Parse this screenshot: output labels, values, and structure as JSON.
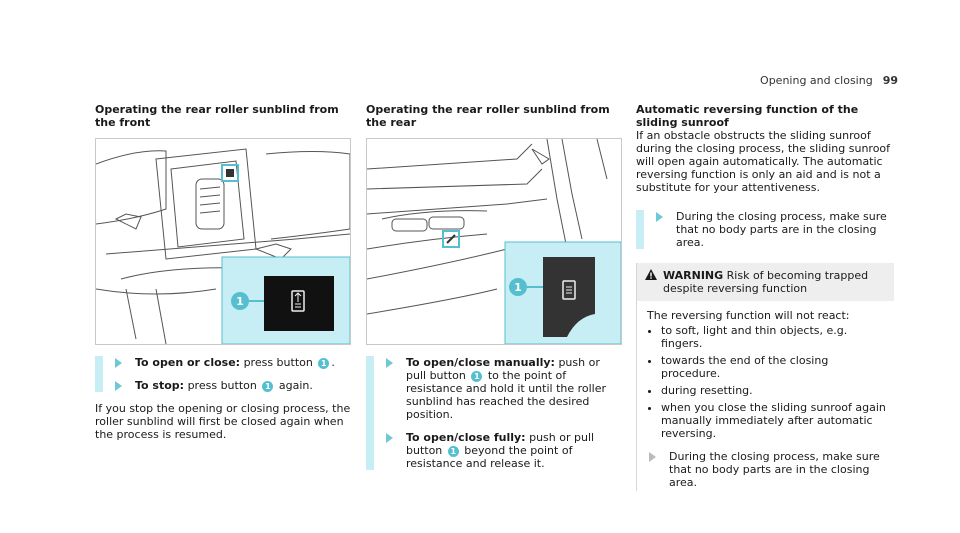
{
  "header": {
    "section": "Opening and closing",
    "page": "99"
  },
  "col1": {
    "title": "Operating the rear roller sunblind from the front",
    "callout": "1",
    "steps": [
      {
        "label": "To open or close:",
        "pre": "press button",
        "badge": "1",
        "post": "."
      },
      {
        "label": "To stop:",
        "pre": "press button",
        "badge": "1",
        "post": "again."
      }
    ],
    "note": "If you stop the opening or closing process, the roller sunblind will first be closed again when the process is resumed."
  },
  "col2": {
    "title": "Operating the rear roller sunblind from the rear",
    "callout": "1",
    "steps": [
      {
        "label": "To open/close manually:",
        "pre": "push or pull button",
        "badge": "1",
        "post": "to the point of resistance and hold it until the roller sunblind has reached the desired position."
      },
      {
        "label": "To open/close fully:",
        "pre": "push or pull button",
        "badge": "1",
        "post": "beyond the point of resistance and release it."
      }
    ]
  },
  "col3": {
    "title": "Automatic reversing function of the sliding sunroof",
    "intro": "If an obstacle obstructs the sliding sunroof during the closing process, the sliding sunroof will open again automatically. The automatic reversing function is only an aid and is not a substitute for your attentiveness.",
    "step": "During the closing process, make sure that no body parts are in the closing area.",
    "warning": {
      "label": "WARNING",
      "title": "Risk of becoming trapped despite reversing function",
      "lead": "The reversing function will not react:",
      "items": [
        "to soft, light and thin objects, e.g. fingers.",
        "towards the end of the closing procedure.",
        "during resetting.",
        "when you close the sliding sunroof again manually immediately after automatic reversing."
      ],
      "step": "During the closing process, make sure that no body parts are in the closing area."
    }
  }
}
